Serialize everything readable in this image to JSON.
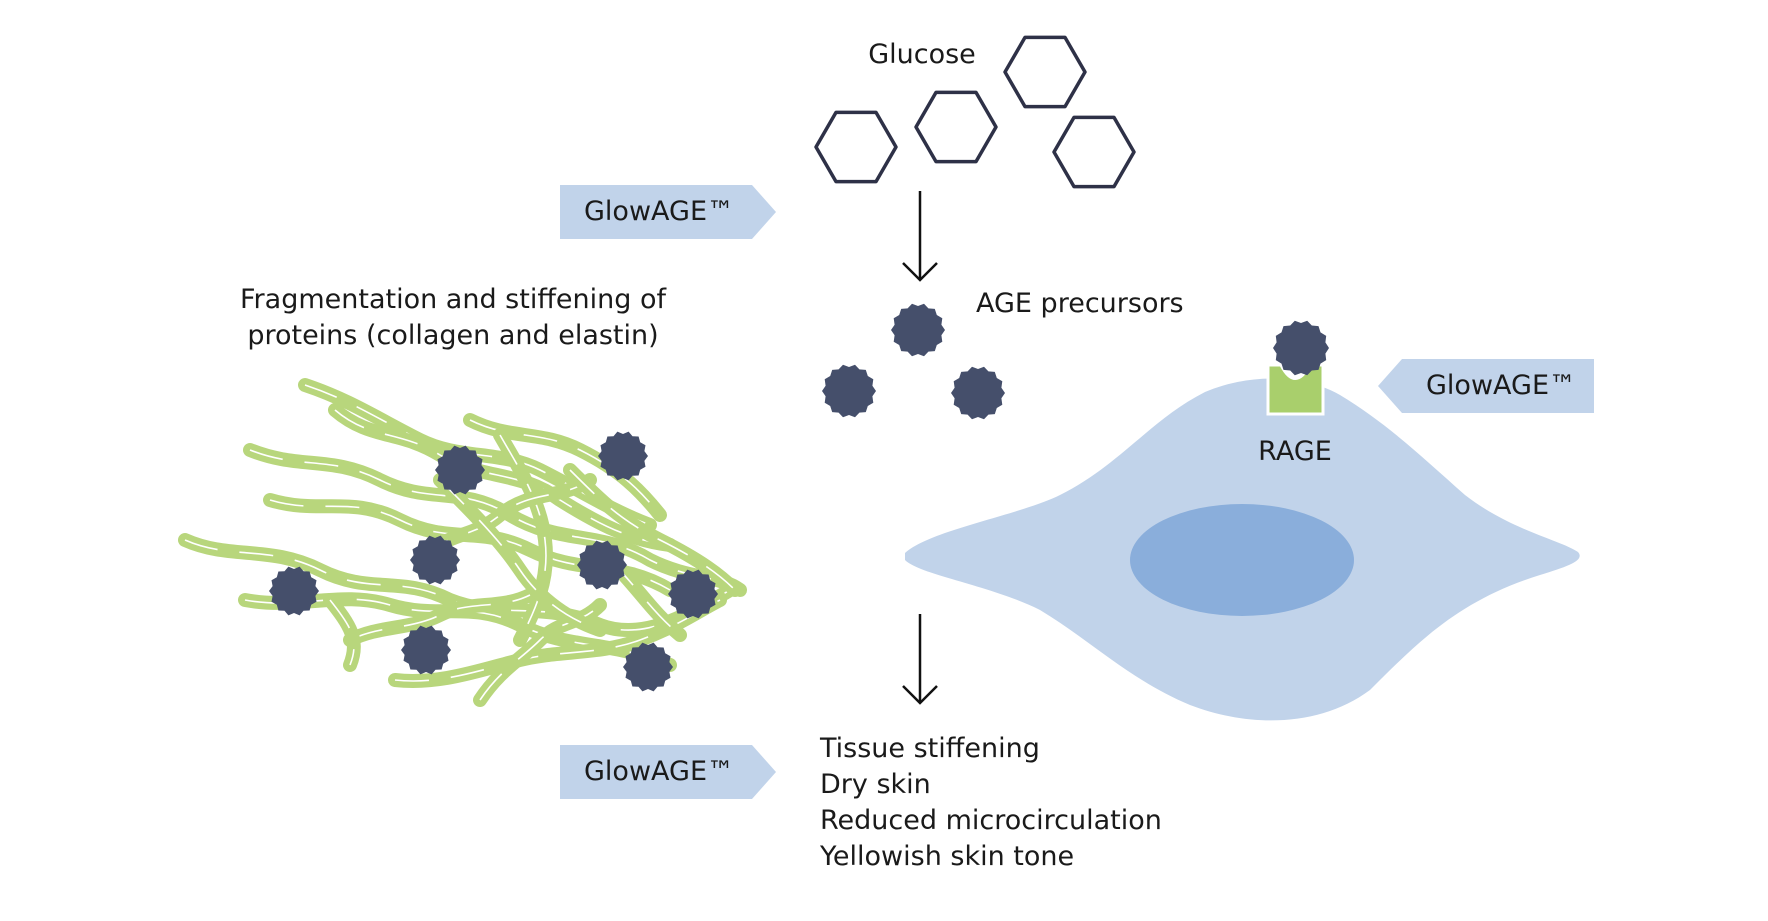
{
  "labels": {
    "glucose": "Glucose",
    "age_precursors": "AGE precursors",
    "fragmentation_line1": "Fragmentation and stiffening of",
    "fragmentation_line2": "proteins (collagen and elastin)",
    "rage": "RAGE"
  },
  "tags": {
    "top": "GlowAGE™",
    "right": "GlowAGE™",
    "bottom": "GlowAGE™"
  },
  "effects": [
    "Tissue stiffening",
    "Dry skin",
    "Reduced microcirculation",
    "Yellowish skin tone"
  ],
  "colors": {
    "tag_fill": "#c1d3ea",
    "hexagon_stroke": "#2e3147",
    "age_particle": "#454f6b",
    "fiber_green": "#b8d67c",
    "cell_body": "#c1d3ea",
    "nucleus": "#8aaedb",
    "receptor": "#a9cf6c"
  }
}
